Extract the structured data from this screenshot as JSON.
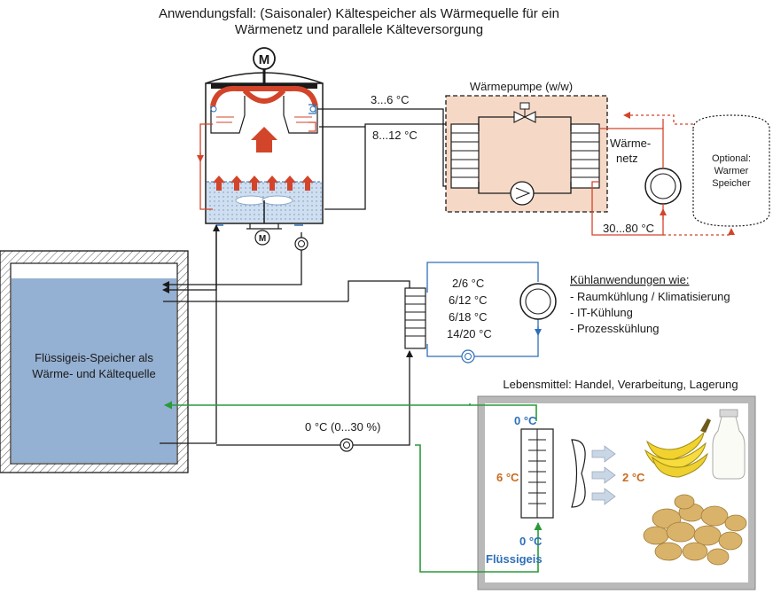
{
  "title": {
    "line1": "Anwendungsfall: (Saisonaler) Kältespeicher als Wärmequelle für ein",
    "line2": "Wärmenetz und parallele Kälteversorgung"
  },
  "labels": {
    "motor_top": "M",
    "motor_bottom": "M",
    "temp_supply_cold": "3...6 °C",
    "temp_return_cold": "8...12 °C",
    "heat_pump_title": "Wärmepumpe (w/w)",
    "heat_network_line1": "Wärme-",
    "heat_network_line2": "netz",
    "optional_storage_line1": "Optional:",
    "optional_storage_line2": "Warmer",
    "optional_storage_line3": "Speicher",
    "temp_heat_network": "30...80 °C",
    "cooling_temps": [
      "2/6 °C",
      "6/12 °C",
      "6/18 °C",
      "14/20 °C"
    ],
    "cooling_apps_title": "Kühlanwendungen wie:",
    "cooling_apps": [
      "- Raumkühlung / Klimatisierung",
      "- IT-Kühlung",
      "- Prozesskühlung"
    ],
    "storage_line1": "Flüssigeis-Speicher als",
    "storage_line2": "Wärme- und Kältequelle",
    "bypass_temp": "0 °C (0...30 %)",
    "food_title": "Lebensmittel: Handel, Verarbeitung, Lagerung",
    "food_in_top": "0 °C",
    "food_left": "6 °C",
    "food_right": "2 °C",
    "food_in_bottom": "0 °C",
    "food_medium": "Flüssigeis"
  },
  "colors": {
    "red": "#d2452b",
    "green": "#2a9a3a",
    "blue": "#2e6fb8",
    "orange": "#c96a1e",
    "heat_pump_fill": "#f5d9c6",
    "storage_fill": "#94b0d2"
  },
  "icons": [
    "motor-icon",
    "pump-icon",
    "heat-exchanger-icon",
    "expansion-valve-icon",
    "compressor-icon",
    "fan-icon",
    "banana-icon",
    "milk-bottle-icon",
    "potato-icon"
  ]
}
